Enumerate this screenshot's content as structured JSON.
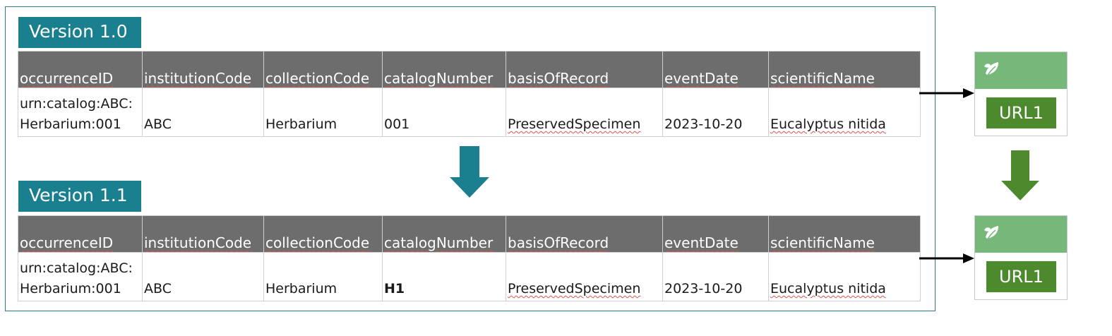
{
  "versions": [
    {
      "label": "Version 1.0",
      "headers": [
        "occurrenceID",
        "institutionCode",
        "collectionCode",
        "catalogNumber",
        "basisOfRecord",
        "eventDate",
        "scientificName"
      ],
      "row": {
        "occurrenceID_line1": "urn:catalog:ABC:",
        "occurrenceID_line2": "Herbarium:001",
        "institutionCode": "ABC",
        "collectionCode": "Herbarium",
        "catalogNumber": "001",
        "basisOfRecord": "PreservedSpecimen",
        "eventDate": "2023-10-20",
        "scientificName": "Eucalyptus nitida"
      },
      "card": {
        "url_label": "URL1",
        "icon": "leaf-icon"
      }
    },
    {
      "label": "Version 1.1",
      "headers": [
        "occurrenceID",
        "institutionCode",
        "collectionCode",
        "catalogNumber",
        "basisOfRecord",
        "eventDate",
        "scientificName"
      ],
      "row": {
        "occurrenceID_line1": "urn:catalog:ABC:",
        "occurrenceID_line2": "Herbarium:001",
        "institutionCode": "ABC",
        "collectionCode": "Herbarium",
        "catalogNumber": "H1",
        "basisOfRecord": "PreservedSpecimen",
        "eventDate": "2023-10-20",
        "scientificName": "Eucalyptus nitida"
      },
      "card": {
        "url_label": "URL1",
        "icon": "leaf-icon"
      }
    }
  ],
  "colors": {
    "version_label_bg": "#1a7f8f",
    "table_header_bg": "#6d6d6d",
    "teal_arrow": "#1a7f8f",
    "green_arrow": "#4c8a2d",
    "card_header": "#76b77a",
    "url_button": "#4c8a2d"
  }
}
